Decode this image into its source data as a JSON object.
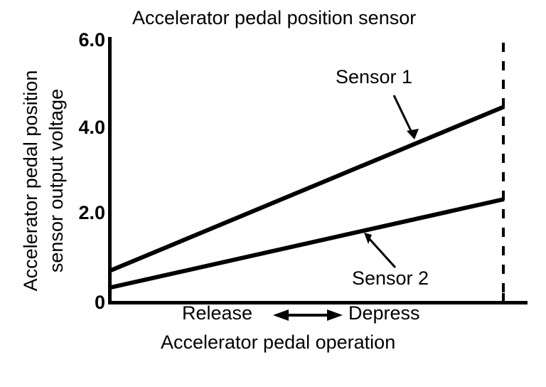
{
  "chart_data": {
    "type": "line",
    "title": "Accelerator pedal position sensor",
    "xlabel": "Accelerator pedal operation",
    "ylabel_line1": "Accelerator pedal position",
    "ylabel_line2": "sensor output voltage",
    "ylabel": "Accelerator pedal position sensor output voltage",
    "ylim": [
      0,
      6.0
    ],
    "yticks": [
      "6.0",
      "4.0",
      "2.0",
      "0"
    ],
    "ytick_values": [
      6.0,
      4.0,
      2.0,
      0
    ],
    "xlim": [
      0,
      1
    ],
    "xticks": [],
    "grid": false,
    "legend": "inline-annotations",
    "x_direction_labels": {
      "left": "Release",
      "right": "Depress",
      "arrow": "double-headed-arrow"
    },
    "series": [
      {
        "name": "Sensor 1",
        "x": [
          0,
          1
        ],
        "values": [
          0.75,
          4.45
        ],
        "annotation": "Sensor 1"
      },
      {
        "name": "Sensor 2",
        "x": [
          0,
          1
        ],
        "values": [
          0.34,
          2.35
        ],
        "annotation": "Sensor 2"
      }
    ],
    "annotations": [
      {
        "text": "Sensor 1",
        "points_to": "Sensor 1 line"
      },
      {
        "text": "Sensor 2",
        "points_to": "Sensor 2 line"
      }
    ],
    "reference_line": {
      "type": "dashed-vertical",
      "x": 1,
      "label": ""
    },
    "colors": {
      "line": "#000000",
      "axis": "#000000",
      "background": "#ffffff",
      "text": "#000000"
    }
  }
}
